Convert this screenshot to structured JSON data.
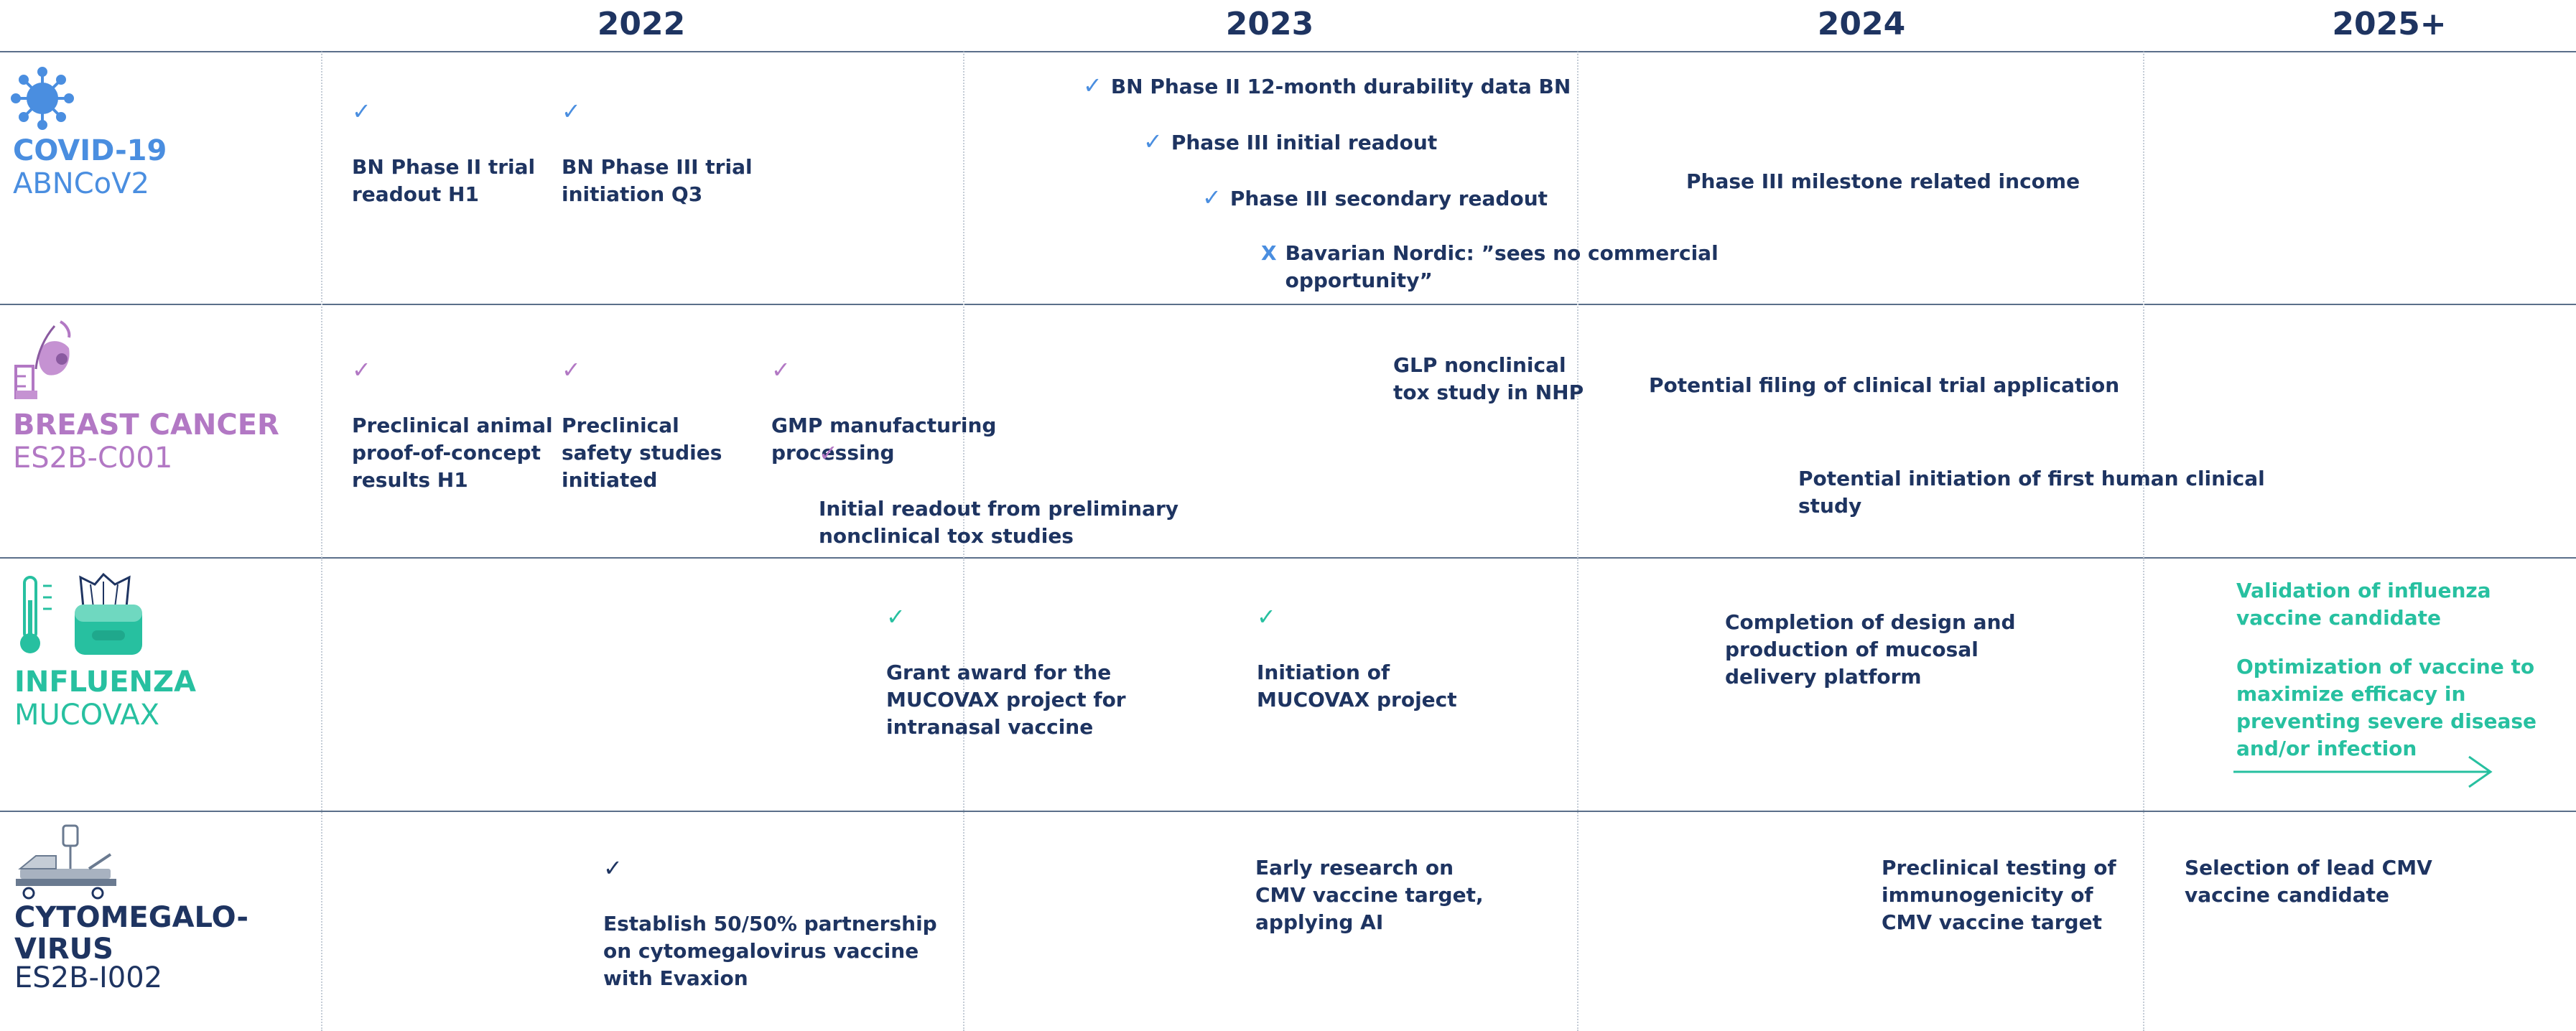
{
  "years": [
    "2022",
    "2023",
    "2024",
    "2025+"
  ],
  "categories": {
    "covid": {
      "name": "COVID-19",
      "code": "ABNCoV2",
      "color": "#4a8ee0",
      "icon": "virus-icon"
    },
    "breast": {
      "name": "BREAST CANCER",
      "code": "ES2B-C001",
      "color": "#b278c4",
      "icon": "breast-icon"
    },
    "influenza": {
      "name": "INFLUENZA",
      "code": "MUCOVAX",
      "color": "#27c0a0",
      "icon": "thermometer-tissue-icon"
    },
    "cmv": {
      "name": "CYTOMEGALO-\nVIRUS",
      "code": "ES2B-I002",
      "color": "#1e3461",
      "icon": "hospital-bed-icon"
    }
  },
  "marks": {
    "check": "✓",
    "cross": "X"
  },
  "events": {
    "covid": [
      "BN Phase II trial\nreadout H1",
      "BN Phase III trial\ninitiation Q3",
      "BN Phase II 12-month durability data BN",
      "Phase III initial readout",
      "Phase III secondary readout",
      "Bavarian Nordic: ”sees no commercial\nopportunity”",
      "Phase III milestone related income"
    ],
    "breast": [
      "Preclinical animal\nproof-of-concept\nresults H1",
      "Preclinical\nsafety studies\ninitiated",
      "GMP manufacturing\nprocessing",
      "Initial readout from preliminary\nnonclinical tox studies",
      "GLP nonclinical\ntox study in NHP",
      "Potential filing of clinical trial application",
      "Potential initiation of first human clinical\nstudy"
    ],
    "influenza": [
      "Grant award for the\nMUCOVAX project for\nintranasal vaccine",
      "Initiation of\nMUCOVAX project",
      "Completion of design and\nproduction of mucosal\ndelivery platform",
      "Validation of influenza\nvaccine candidate",
      "Optimization of vaccine to\nmaximize efficacy in\npreventing severe disease\nand/or infection"
    ],
    "cmv": [
      "Establish 50/50% partnership\non cytomegalovirus vaccine\nwith Evaxion",
      "Early research on\nCMV vaccine target,\napplying AI",
      "Preclinical testing of\nimmunogenicity of\nCMV vaccine target",
      "Selection of lead CMV\nvaccine candidate"
    ]
  }
}
